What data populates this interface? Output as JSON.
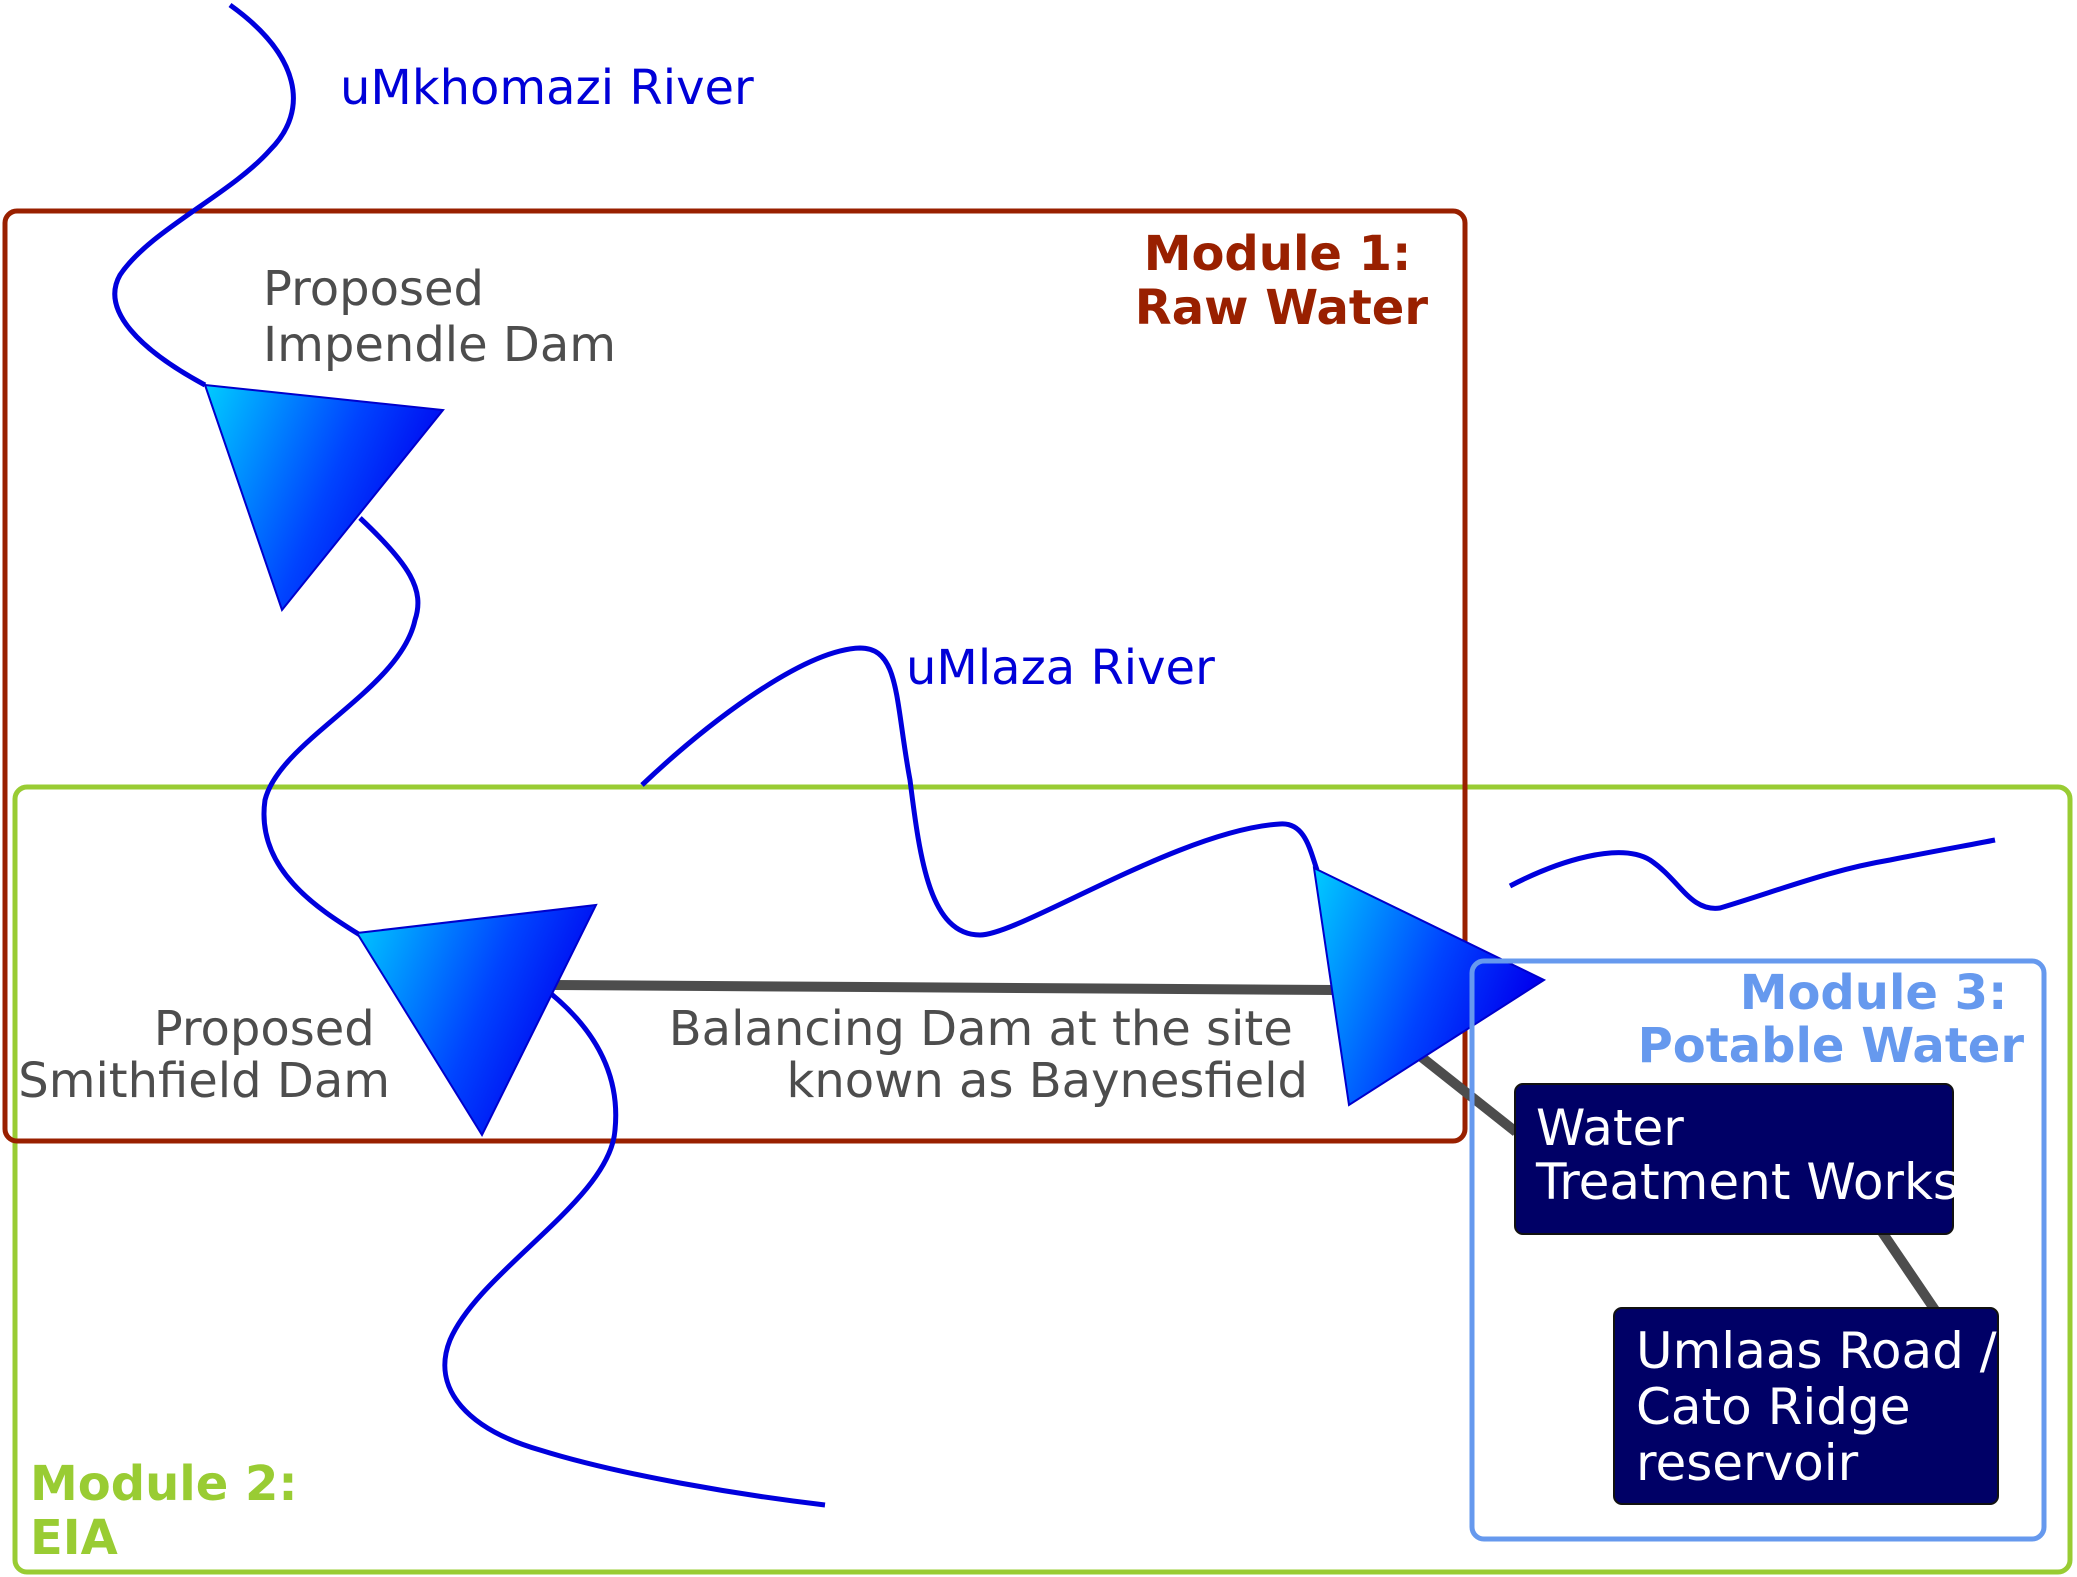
{
  "diagram": {
    "rivers": {
      "umkhomazi": "uMkhomazi River",
      "umlaza": "uMlaza River"
    },
    "dams": {
      "impendle": [
        "Proposed",
        "Impendle Dam"
      ],
      "smithfield": [
        "Proposed",
        "Smithfield Dam"
      ],
      "baynesfield": [
        "Balancing Dam at the site",
        "known as Baynesfield"
      ]
    },
    "modules": {
      "module1": [
        "Module 1:",
        "Raw Water"
      ],
      "module2": [
        "Module 2:",
        "EIA"
      ],
      "module3": [
        "Module 3:",
        "Potable Water"
      ]
    },
    "facilities": {
      "wtw": [
        "Water",
        "Treatment Works"
      ],
      "reservoir": [
        "Umlaas Road /",
        "Cato Ridge",
        "reservoir"
      ]
    },
    "colors": {
      "module1": "#992000",
      "module2": "#99cc33",
      "module3": "#6699ee",
      "river": "#0000dd",
      "pipeline": "#4d4d4d",
      "facility": "#000066"
    }
  }
}
